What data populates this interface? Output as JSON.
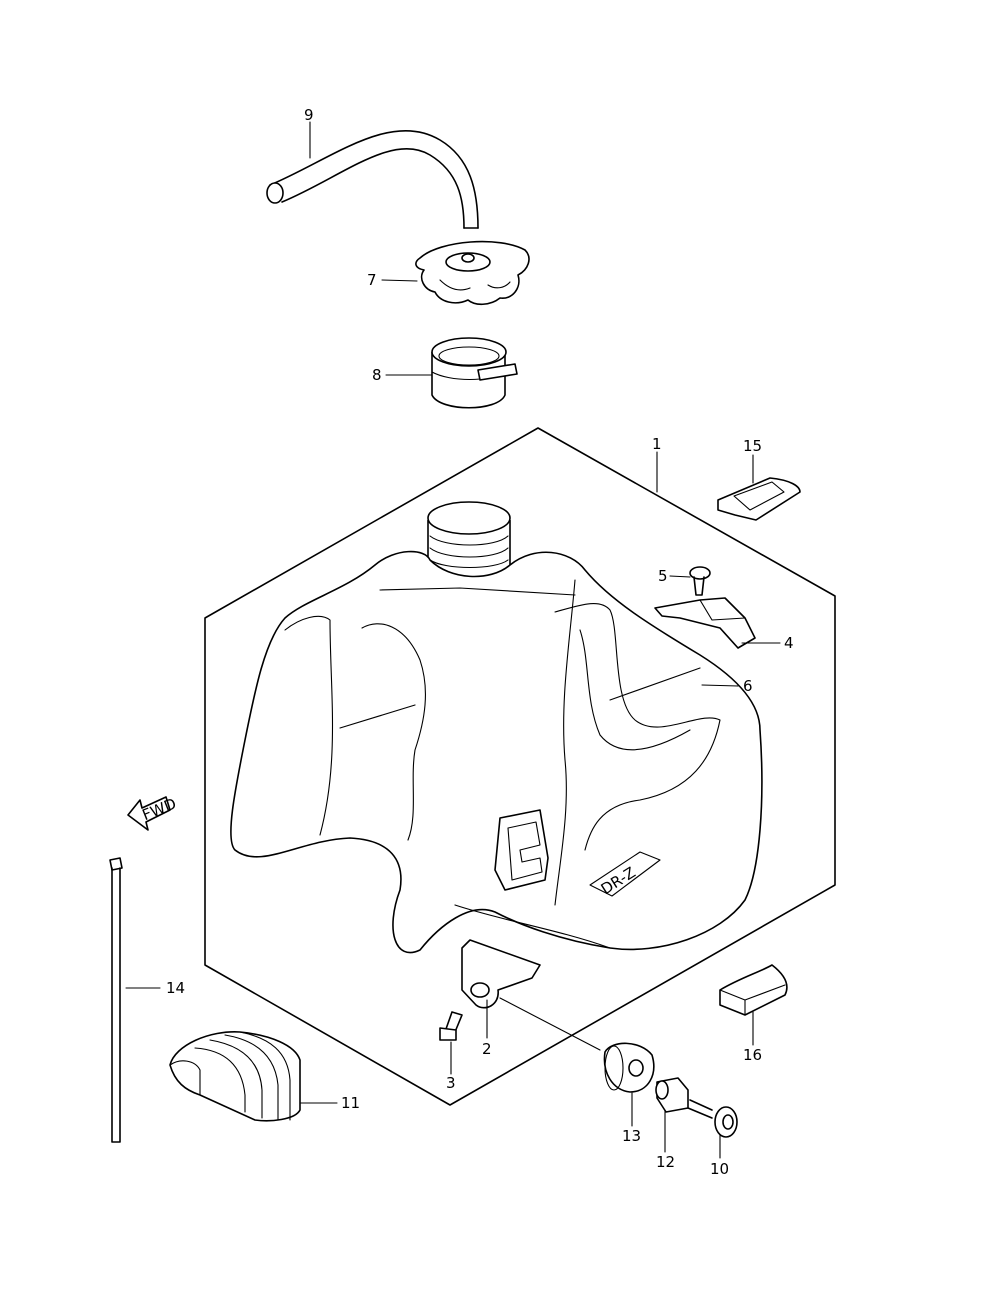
{
  "callouts": {
    "c1": "1",
    "c2": "2",
    "c3": "3",
    "c4": "4",
    "c5": "5",
    "c6": "6",
    "c7": "7",
    "c8": "8",
    "c9": "9",
    "c10": "10",
    "c11": "11",
    "c12": "12",
    "c13": "13",
    "c14": "14",
    "c15": "15",
    "c16": "16"
  },
  "fwd_label": "FWD",
  "decal_text": "DR-Z"
}
